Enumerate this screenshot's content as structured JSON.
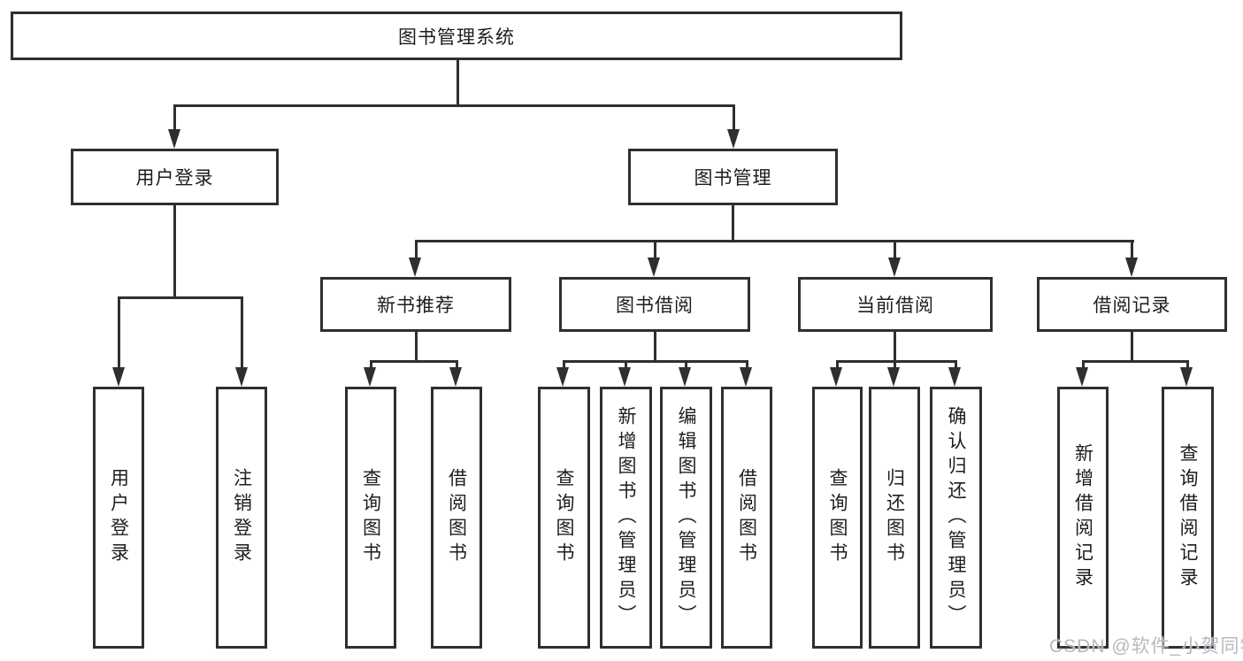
{
  "tree": {
    "root": {
      "label": "图书管理系统",
      "children": [
        {
          "label": "用户登录",
          "children": [
            {
              "label": "用户登录"
            },
            {
              "label": "注销登录"
            }
          ]
        },
        {
          "label": "图书管理",
          "children": [
            {
              "label": "新书推荐",
              "children": [
                {
                  "label": "查询图书"
                },
                {
                  "label": "借阅图书"
                }
              ]
            },
            {
              "label": "图书借阅",
              "children": [
                {
                  "label": "查询图书"
                },
                {
                  "label": "新增图书（管理员）"
                },
                {
                  "label": "编辑图书（管理员）"
                },
                {
                  "label": "借阅图书"
                }
              ]
            },
            {
              "label": "当前借阅",
              "children": [
                {
                  "label": "查询图书"
                },
                {
                  "label": "归还图书"
                },
                {
                  "label": "确认归还（管理员）"
                }
              ]
            },
            {
              "label": "借阅记录",
              "children": [
                {
                  "label": "新增借阅记录"
                },
                {
                  "label": "查询借阅记录"
                }
              ]
            }
          ]
        }
      ]
    }
  },
  "watermark": {
    "text": "CSDN @软件_小贺同学"
  },
  "colors": {
    "line": "#2f2f2f",
    "text": "#1d1d1d",
    "background": "#ffffff",
    "watermark": "#b6bac0"
  }
}
